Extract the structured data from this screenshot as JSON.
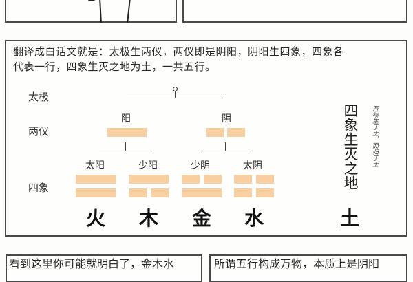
{
  "top_panels": {
    "left": {
      "description": "comic panel bottom edge with character figure lines"
    },
    "right": {
      "description": "empty comic panel bottom edge"
    }
  },
  "main_panel": {
    "caption_line1": "翻译成白话文就是：太极生两仪，两仪即是阴阳，阴阳生四象，四象各",
    "caption_line2": "代表一行，四象生灭之地为土，一共五行。",
    "row_labels": {
      "taiji": "太极",
      "liangyi": "两仪",
      "sixiang": "四象"
    },
    "liangyi": [
      {
        "label": "阳",
        "bars": [
          "solid"
        ]
      },
      {
        "label": "阴",
        "bars": [
          "broken"
        ]
      }
    ],
    "sixiang": [
      {
        "label": "太阳",
        "bars": [
          "solid",
          "solid"
        ],
        "element": "火"
      },
      {
        "label": "少阳",
        "bars": [
          "solid",
          "broken"
        ],
        "element": "木"
      },
      {
        "label": "少阴",
        "bars": [
          "broken",
          "solid"
        ],
        "element": "金"
      },
      {
        "label": "太阴",
        "bars": [
          "broken",
          "broken"
        ],
        "element": "水"
      }
    ],
    "earth": {
      "title": "四象生灭之地",
      "note": "万物生于土，而归于土",
      "element": "土"
    },
    "colors": {
      "bar": "#f7cfa0",
      "border": "#4a4a4a"
    }
  },
  "bottom_panels": {
    "left_text": "看到这里你可能就明白了，金木水",
    "right_text": "所谓五行构成万物，本质上是阴阳"
  }
}
